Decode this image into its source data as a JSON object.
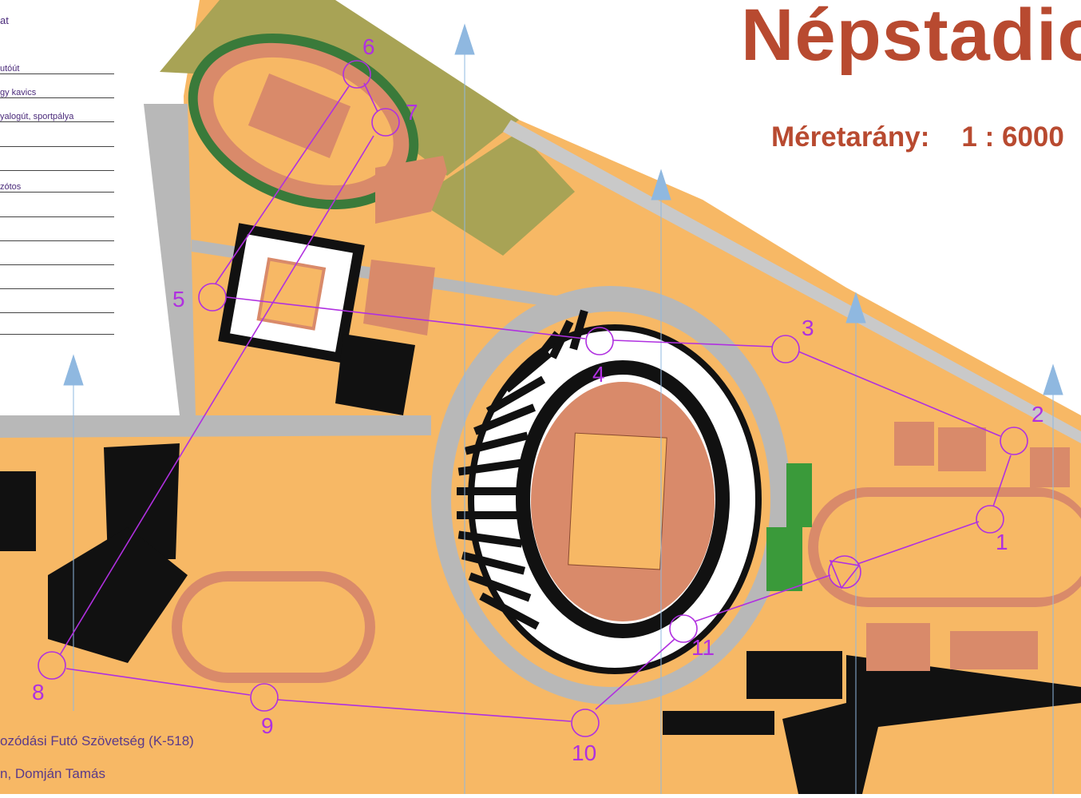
{
  "title": "Népstadio",
  "scale": {
    "label": "Méretarány:",
    "value": "1 : 6000"
  },
  "legend_header": "at",
  "legend": [
    "utóút",
    "gy kavics",
    "yalogút, sportpálya",
    "zótos"
  ],
  "credits": [
    "ozódási Futó Szövetség (K-518)",
    "n, Domján Tamás"
  ],
  "course": {
    "controls": [
      "1",
      "2",
      "3",
      "4",
      "5",
      "6",
      "7",
      "8",
      "9",
      "10",
      "11"
    ]
  },
  "colors": {
    "overprint": "#b030e0",
    "title": "#b84a30",
    "open": "#f7b865",
    "paved": "#b8b8b8",
    "building": "#111111",
    "track": "#d98a6a",
    "rough": "#9a9a50",
    "north_arrow": "#8fb8e0"
  }
}
